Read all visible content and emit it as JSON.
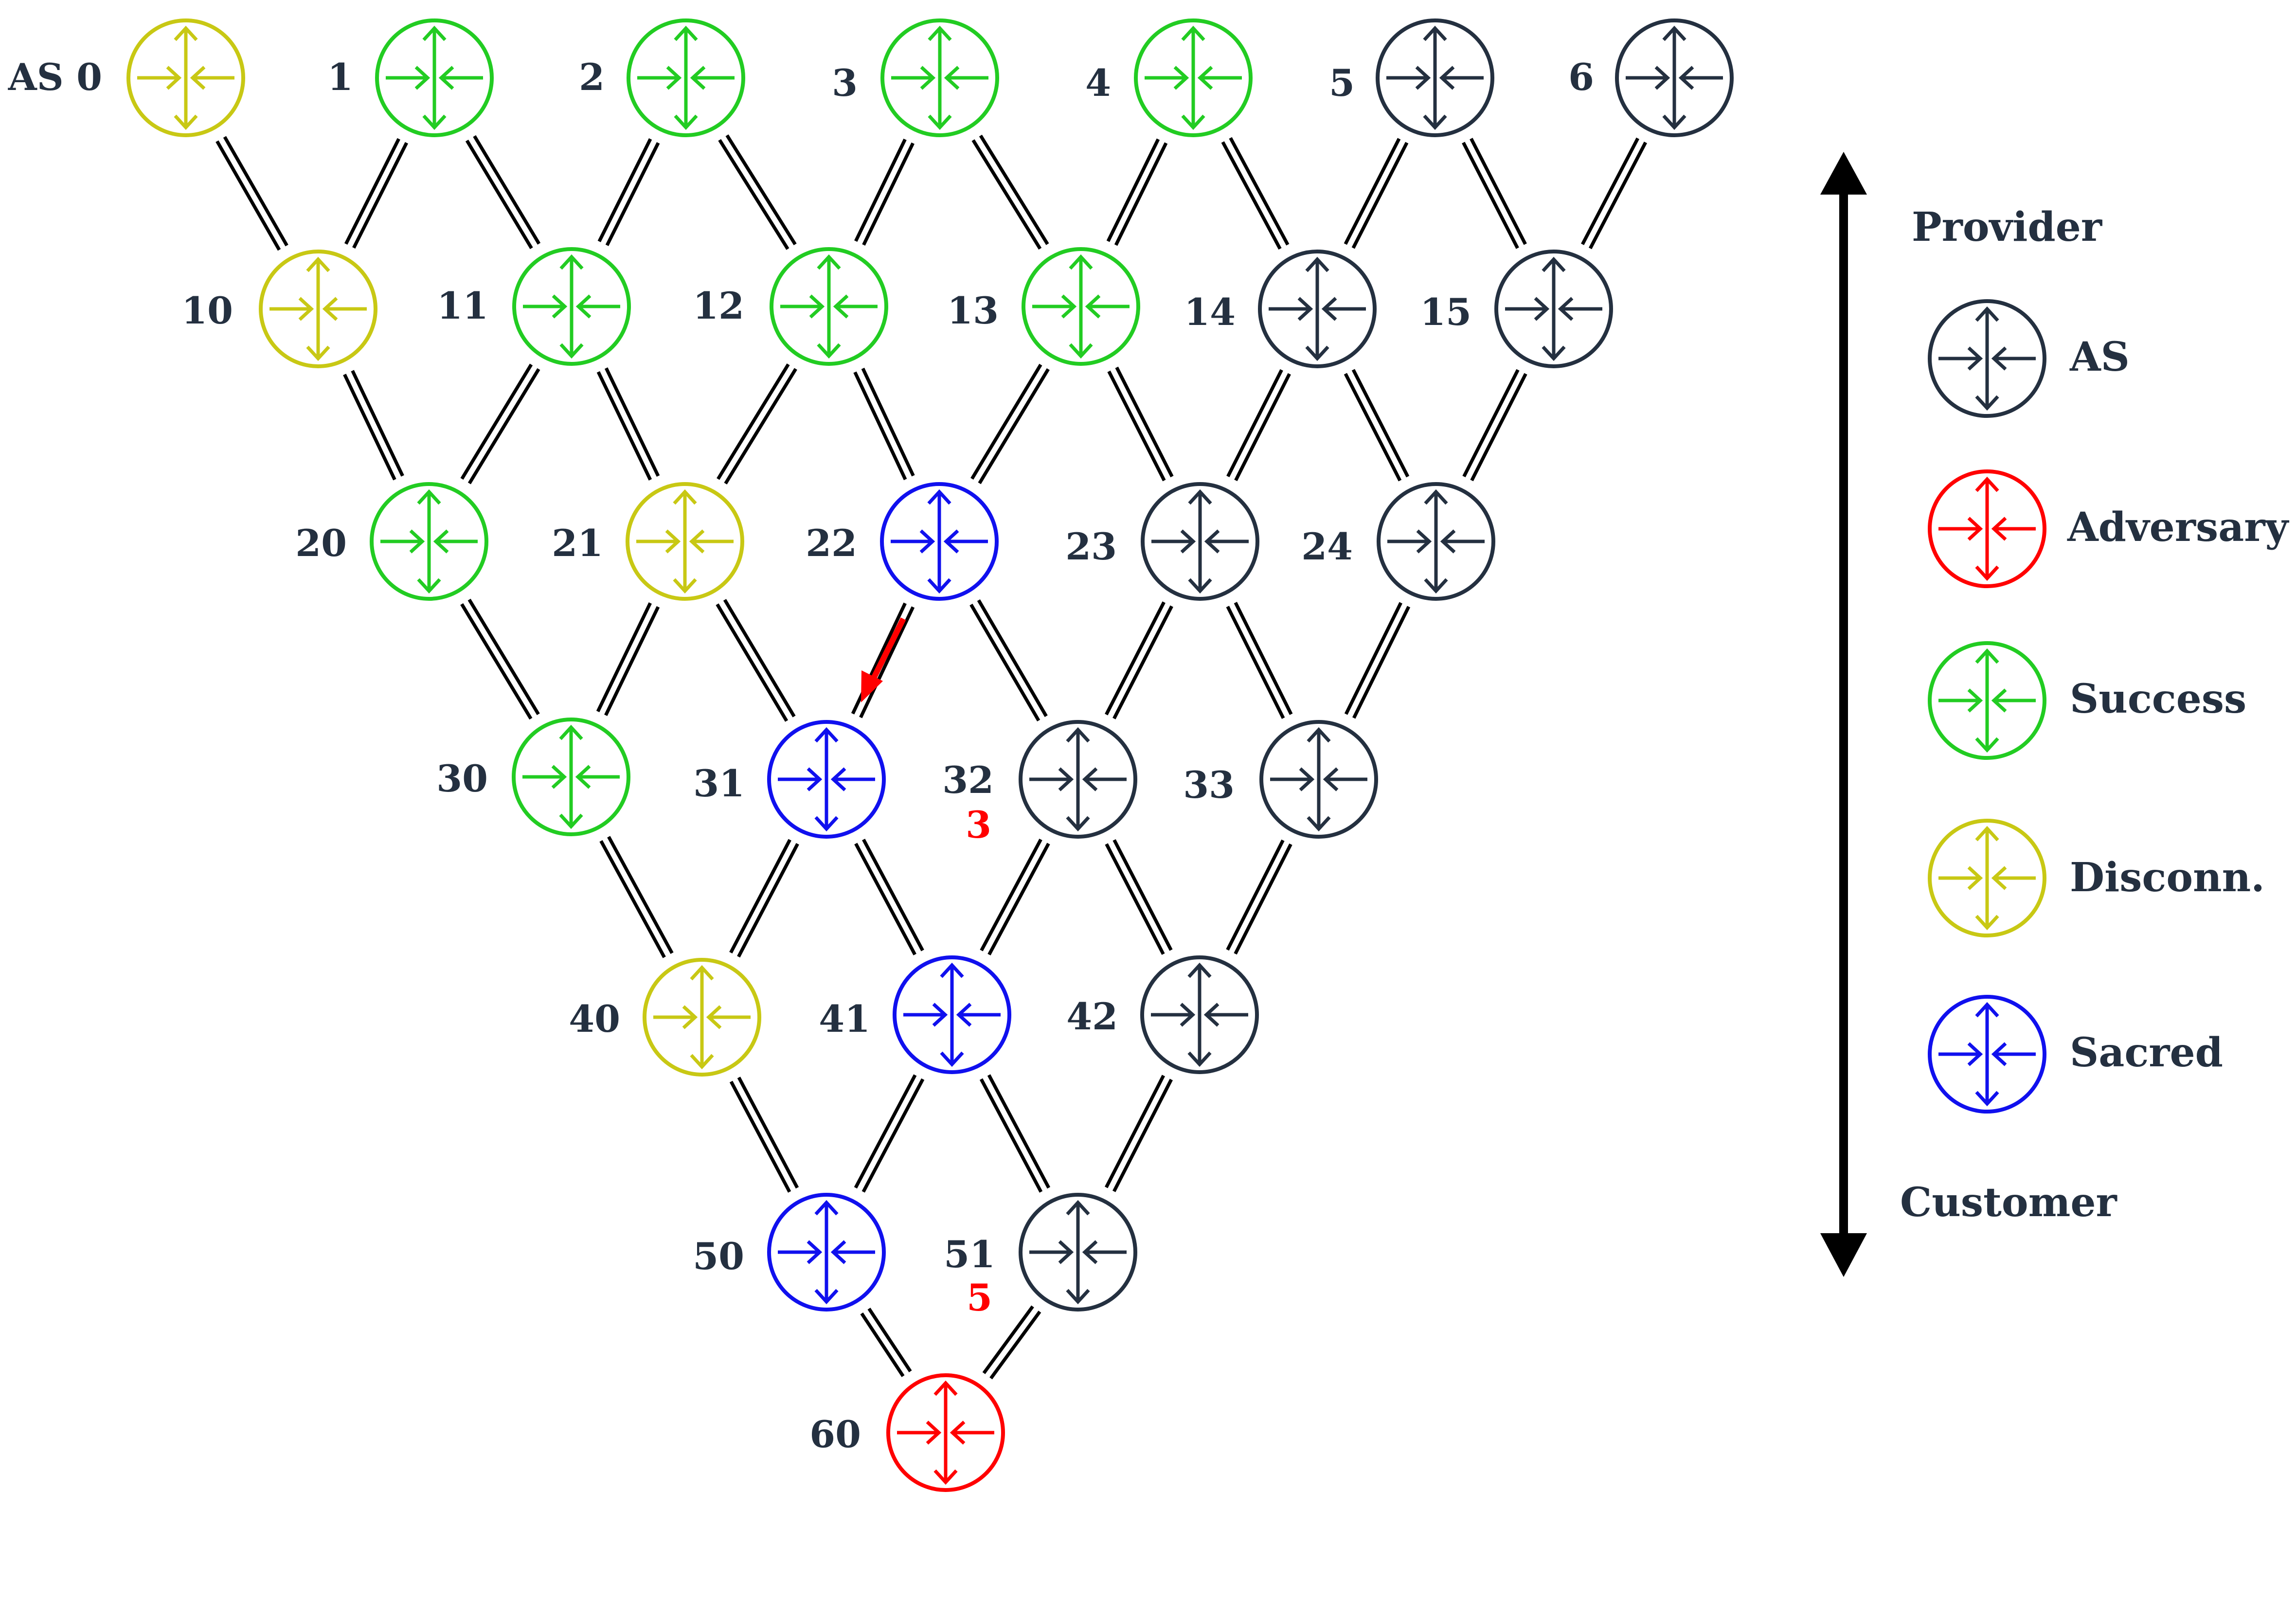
{
  "colors": {
    "as": "#243040",
    "adversary": "#ff0000",
    "success": "#22cc22",
    "disconnected": "#c8c814",
    "sacred": "#1010ee",
    "link": "#000000"
  },
  "nodes": [
    {
      "id": "n0",
      "label": "AS 0",
      "status": "disconnected"
    },
    {
      "id": "n1",
      "label": "1",
      "status": "success"
    },
    {
      "id": "n2",
      "label": "2",
      "status": "success"
    },
    {
      "id": "n3",
      "label": "3",
      "status": "success"
    },
    {
      "id": "n4",
      "label": "4",
      "status": "success"
    },
    {
      "id": "n5",
      "label": "5",
      "status": "as"
    },
    {
      "id": "n6",
      "label": "6",
      "status": "as"
    },
    {
      "id": "n10",
      "label": "10",
      "status": "disconnected"
    },
    {
      "id": "n11",
      "label": "11",
      "status": "success"
    },
    {
      "id": "n12",
      "label": "12",
      "status": "success"
    },
    {
      "id": "n13",
      "label": "13",
      "status": "success"
    },
    {
      "id": "n14",
      "label": "14",
      "status": "as"
    },
    {
      "id": "n15",
      "label": "15",
      "status": "as"
    },
    {
      "id": "n20",
      "label": "20",
      "status": "success"
    },
    {
      "id": "n21",
      "label": "21",
      "status": "disconnected"
    },
    {
      "id": "n22",
      "label": "22",
      "status": "sacred"
    },
    {
      "id": "n23",
      "label": "23",
      "status": "as"
    },
    {
      "id": "n24",
      "label": "24",
      "status": "as"
    },
    {
      "id": "n30",
      "label": "30",
      "status": "success"
    },
    {
      "id": "n31",
      "label": "31",
      "status": "sacred"
    },
    {
      "id": "n32",
      "label": "32",
      "status": "as",
      "hops": "3"
    },
    {
      "id": "n33",
      "label": "33",
      "status": "as"
    },
    {
      "id": "n40",
      "label": "40",
      "status": "disconnected"
    },
    {
      "id": "n41",
      "label": "41",
      "status": "sacred"
    },
    {
      "id": "n42",
      "label": "42",
      "status": "as"
    },
    {
      "id": "n50",
      "label": "50",
      "status": "sacred"
    },
    {
      "id": "n51",
      "label": "51",
      "status": "as",
      "hops": "5"
    },
    {
      "id": "n60",
      "label": "60",
      "status": "adversary"
    }
  ],
  "links": [
    [
      "n0",
      "n10"
    ],
    [
      "n1",
      "n10"
    ],
    [
      "n1",
      "n11"
    ],
    [
      "n2",
      "n11"
    ],
    [
      "n2",
      "n12"
    ],
    [
      "n3",
      "n12"
    ],
    [
      "n3",
      "n13"
    ],
    [
      "n4",
      "n13"
    ],
    [
      "n4",
      "n14"
    ],
    [
      "n5",
      "n14"
    ],
    [
      "n5",
      "n15"
    ],
    [
      "n6",
      "n15"
    ],
    [
      "n10",
      "n20"
    ],
    [
      "n11",
      "n20"
    ],
    [
      "n11",
      "n21"
    ],
    [
      "n12",
      "n21"
    ],
    [
      "n12",
      "n22"
    ],
    [
      "n13",
      "n22"
    ],
    [
      "n13",
      "n23"
    ],
    [
      "n14",
      "n23"
    ],
    [
      "n14",
      "n24"
    ],
    [
      "n15",
      "n24"
    ],
    [
      "n20",
      "n30"
    ],
    [
      "n21",
      "n30"
    ],
    [
      "n21",
      "n31"
    ],
    [
      "n22",
      "n31"
    ],
    [
      "n22",
      "n32"
    ],
    [
      "n23",
      "n32"
    ],
    [
      "n23",
      "n33"
    ],
    [
      "n24",
      "n33"
    ],
    [
      "n30",
      "n40"
    ],
    [
      "n31",
      "n40"
    ],
    [
      "n31",
      "n41"
    ],
    [
      "n32",
      "n41"
    ],
    [
      "n32",
      "n42"
    ],
    [
      "n33",
      "n42"
    ],
    [
      "n40",
      "n50"
    ],
    [
      "n41",
      "n50"
    ],
    [
      "n41",
      "n51"
    ],
    [
      "n42",
      "n51"
    ],
    [
      "n50",
      "n60"
    ],
    [
      "n51",
      "n60"
    ]
  ],
  "highlight_arrow": {
    "from": "n22",
    "to": "n31",
    "color": "#ff0000"
  },
  "legend": {
    "top_label": "Provider",
    "bottom_label": "Customer",
    "items": [
      {
        "status": "as",
        "label": "AS"
      },
      {
        "status": "adversary",
        "label": "Adversary"
      },
      {
        "status": "success",
        "label": "Success"
      },
      {
        "status": "disconnected",
        "label": "Disconn."
      },
      {
        "status": "sacred",
        "label": "Sacred"
      }
    ]
  }
}
